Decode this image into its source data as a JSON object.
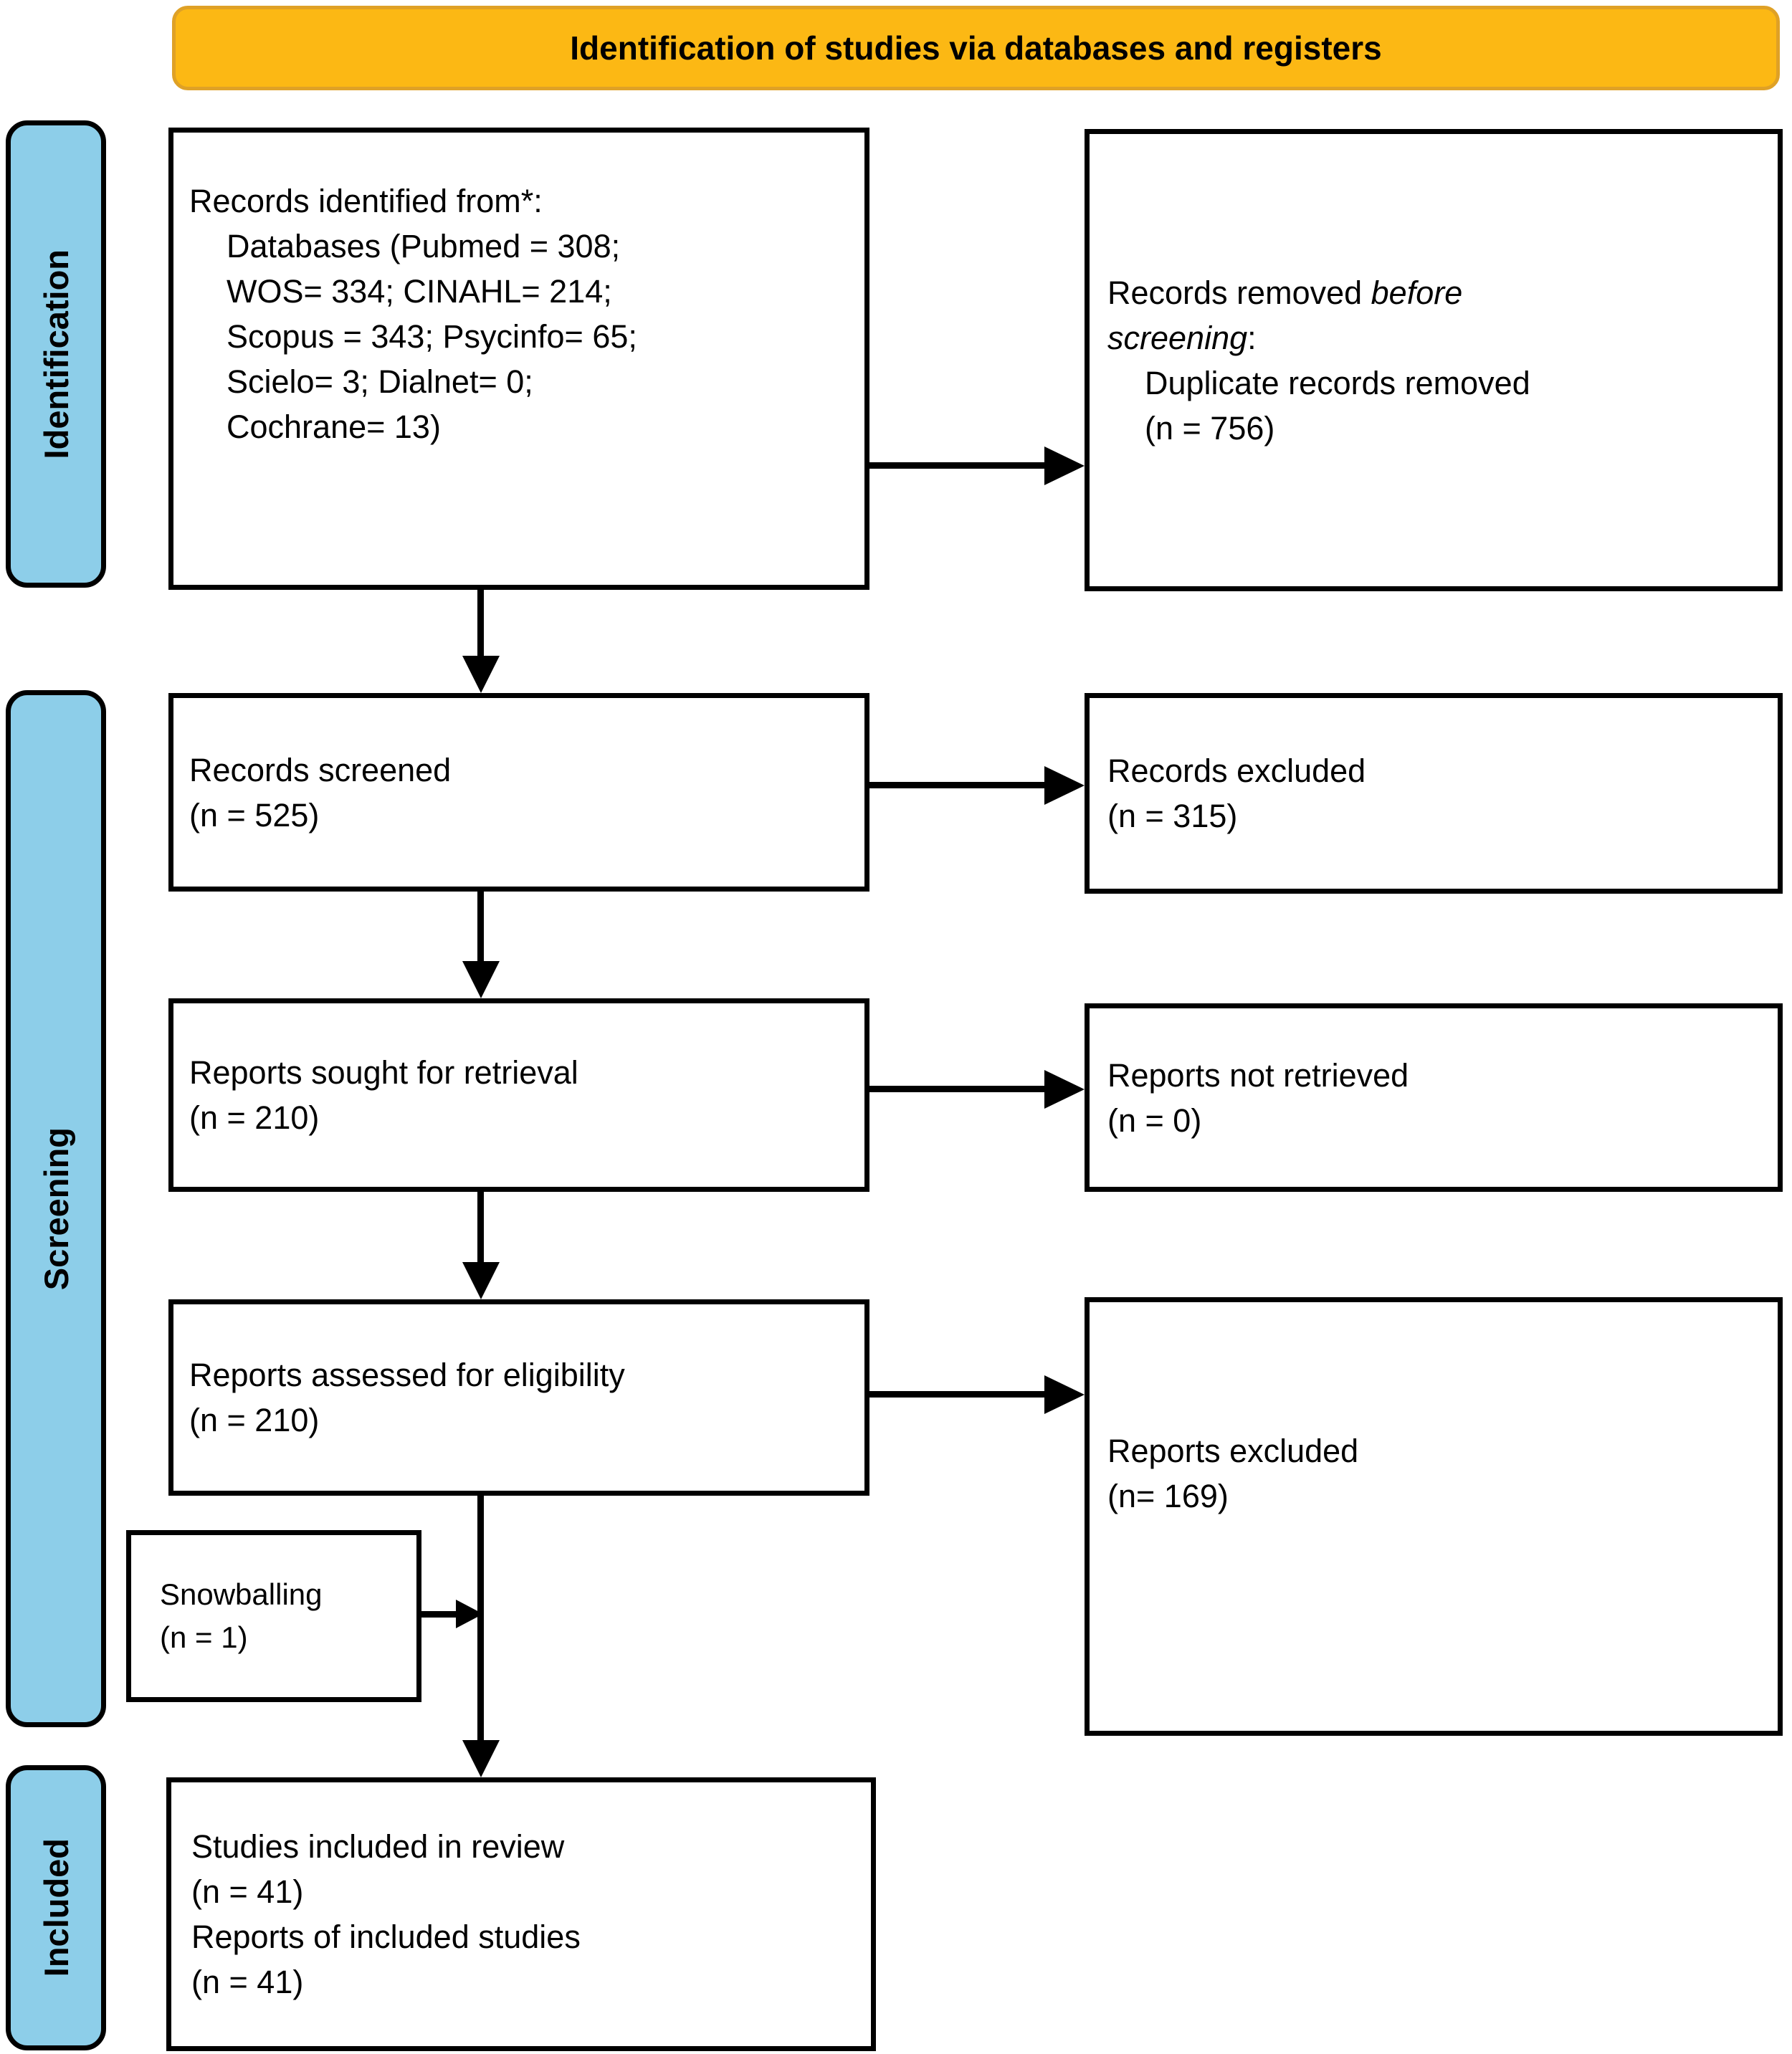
{
  "banner": {
    "title": "Identification of studies via databases and registers"
  },
  "palette": {
    "banner_fill": "#FCB814",
    "banner_border": "#DFA126",
    "stage_fill": "#8DCEE9",
    "box_bg": "#FFFFFF"
  },
  "stages": {
    "identification": "Identification",
    "screening": "Screening",
    "included": "Included"
  },
  "boxes": {
    "records_identified": {
      "intro": "Records identified from*:",
      "details": [
        "Databases (Pubmed = 308;",
        "WOS= 334; CINAHL= 214;",
        "Scopus = 343; Psycinfo= 65;",
        "Scielo= 3; Dialnet= 0;",
        "Cochrane= 13)"
      ]
    },
    "records_removed": {
      "line1_regular": "Records removed ",
      "line1_italic": "before",
      "line2_italic": "screening",
      "line2_suffix": ":",
      "details": [
        "Duplicate records removed",
        "(n = 756)"
      ]
    },
    "records_screened": {
      "lines": [
        "Records screened",
        "(n = 525)"
      ]
    },
    "records_excluded": {
      "lines": [
        "Records excluded",
        "(n = 315)"
      ]
    },
    "reports_sought": {
      "lines": [
        "Reports sought for retrieval",
        "(n = 210)"
      ]
    },
    "reports_not_retrieved": {
      "lines": [
        "Reports not retrieved",
        "(n = 0)"
      ]
    },
    "reports_assessed": {
      "lines": [
        "Reports assessed for eligibility",
        "(n = 210)"
      ]
    },
    "reports_excluded": {
      "lines": [
        "Reports excluded",
        "(n= 169)"
      ]
    },
    "snowballing": {
      "lines": [
        "Snowballing",
        "(n = 1)"
      ]
    },
    "studies_included": {
      "lines": [
        "Studies included in review",
        "(n = 41)",
        "Reports of included studies",
        "(n = 41)"
      ]
    }
  }
}
